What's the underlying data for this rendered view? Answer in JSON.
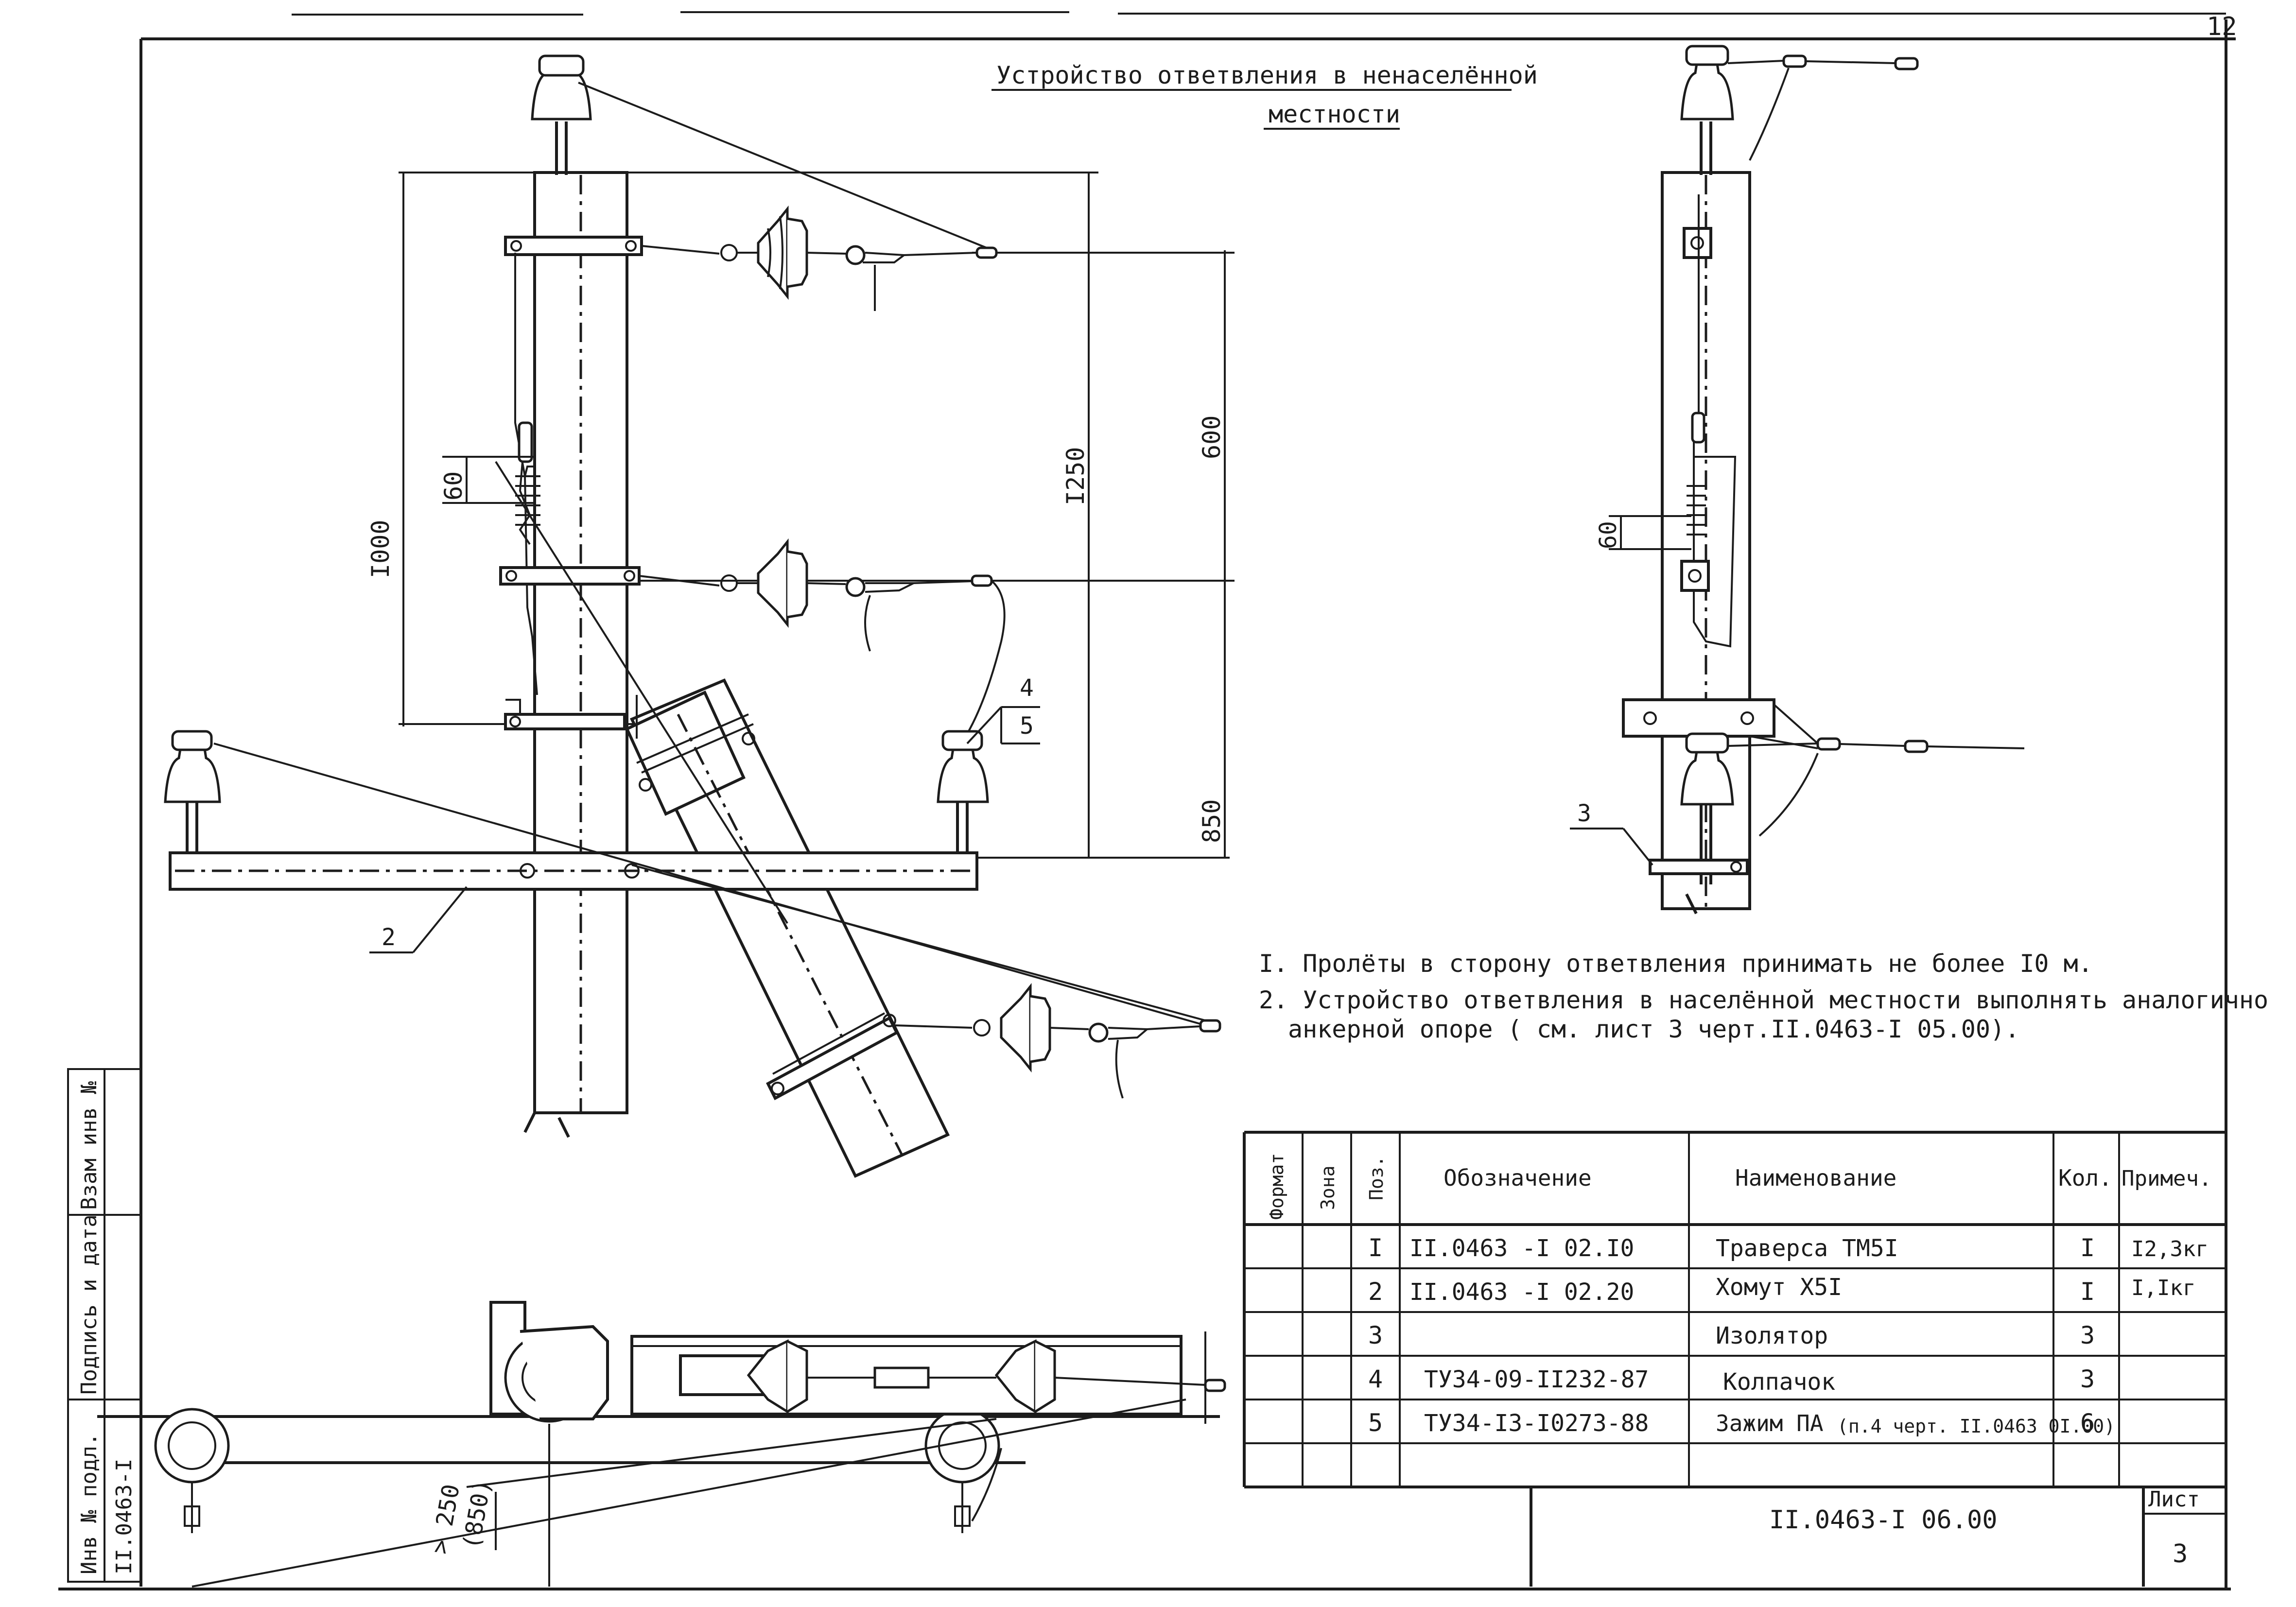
{
  "title": {
    "line1": "Устройство ответвления в ненаселённой",
    "line2": "местности"
  },
  "page_corner": "12",
  "dimensions": {
    "d1000": "I000",
    "d60_left": "60",
    "d1250": "I250",
    "d600": "600",
    "d850": "850",
    "d60_right": "60",
    "d250": "> 250",
    "d850b": "(850)"
  },
  "callouts": {
    "c2": "2",
    "c3": "3",
    "c4": "4",
    "c5": "5"
  },
  "notes": [
    "I. Пролёты в сторону ответвления принимать не более I0 м.",
    "2. Устройство ответвления в населённой местности  выполнять аналогично",
    "анкерной опоре ( см. лист 3 черт.II.0463-I 05.00)."
  ],
  "spec_table": {
    "headers": {
      "format": "Формат",
      "zone": "Зона",
      "pos": "Поз.",
      "designation": "Обозначение",
      "name": "Наименование",
      "qty": "Кол.",
      "note": "Примеч."
    },
    "rows": [
      {
        "pos": "I",
        "designation": "II.0463 -I 02.I0",
        "name": "Траверса ТМ5I",
        "qty": "I",
        "note": "I2,3кг"
      },
      {
        "pos": "2",
        "designation": "II.0463 -I 02.20",
        "name": "Хомут Х5I",
        "qty": "I",
        "note": "I,Iкг"
      },
      {
        "pos": "3",
        "designation": "",
        "name": "Изолятор",
        "qty": "3",
        "note": ""
      },
      {
        "pos": "4",
        "designation": "ТУ34-09-II232-87",
        "name": "Колпачок",
        "qty": "3",
        "note": ""
      },
      {
        "pos": "5",
        "designation": "ТУ34-I3-I0273-88",
        "name": "Зажим ПА",
        "name_extra": "(п.4 черт. II.0463 0I.00)",
        "qty": "6",
        "note": ""
      }
    ]
  },
  "title_block": {
    "doc_number": "II.0463-I 06.00",
    "sheet_label": "Лист",
    "sheet_number": "3"
  },
  "side_stamp": {
    "inv_label": "Инв № подл.",
    "sign_label": "Подпись и дата",
    "inv2_label": "Взам инв №",
    "inv_value": "II.0463-I"
  }
}
